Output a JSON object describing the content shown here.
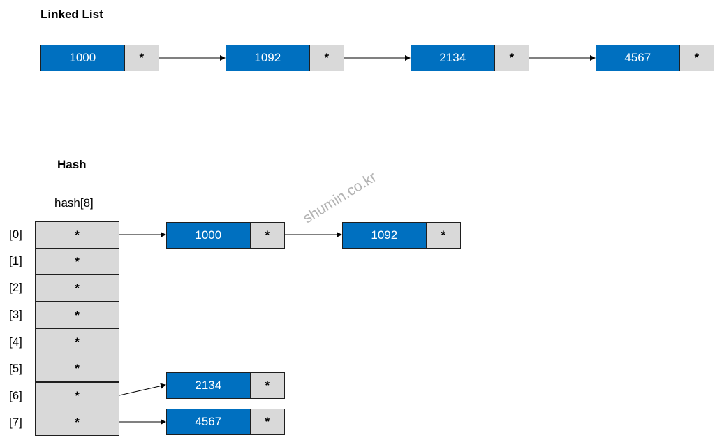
{
  "linked_list": {
    "title": "Linked List",
    "nodes": [
      {
        "value": "1000",
        "ptr": "*"
      },
      {
        "value": "1092",
        "ptr": "*"
      },
      {
        "value": "2134",
        "ptr": "*"
      },
      {
        "value": "4567",
        "ptr": "*"
      }
    ]
  },
  "hash": {
    "title": "Hash",
    "array_label": "hash[8]",
    "slots": [
      {
        "index": "[0]",
        "ptr": "*"
      },
      {
        "index": "[1]",
        "ptr": "*"
      },
      {
        "index": "[2]",
        "ptr": "*"
      },
      {
        "index": "[3]",
        "ptr": "*"
      },
      {
        "index": "[4]",
        "ptr": "*"
      },
      {
        "index": "[5]",
        "ptr": "*"
      },
      {
        "index": "[6]",
        "ptr": "*"
      },
      {
        "index": "[7]",
        "ptr": "*"
      }
    ],
    "chains": {
      "slot0": [
        {
          "value": "1000",
          "ptr": "*"
        },
        {
          "value": "1092",
          "ptr": "*"
        }
      ],
      "slot6": [
        {
          "value": "2134",
          "ptr": "*"
        }
      ],
      "slot7": [
        {
          "value": "4567",
          "ptr": "*"
        }
      ]
    }
  },
  "watermark": "shumin.co.kr",
  "colors": {
    "value_fill": "#0070c0",
    "pointer_fill": "#d9d9d9",
    "outline": "#1f1f1f"
  }
}
